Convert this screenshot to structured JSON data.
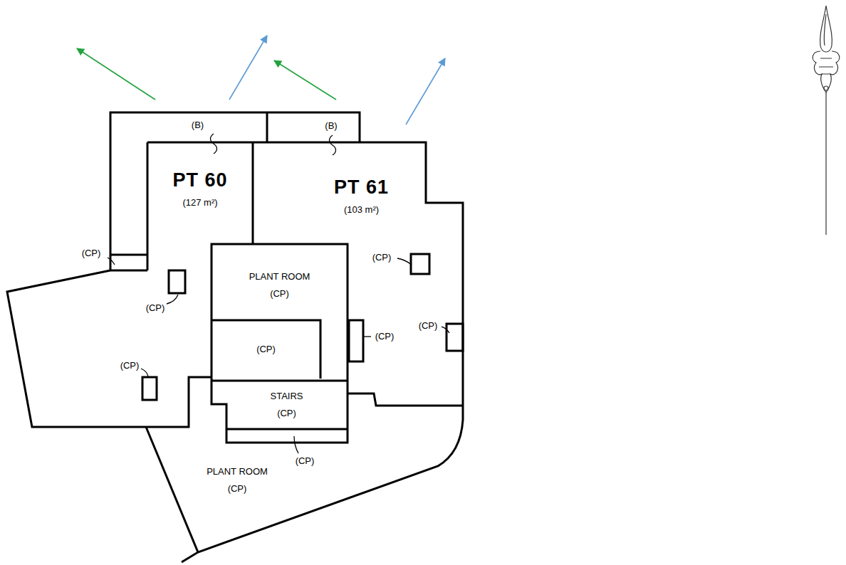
{
  "diagram": {
    "nodes": [
      {
        "text": [
          "PT 60",
          "(127 m²)"
        ]
      },
      {
        "text": [
          "(B)"
        ]
      },
      {
        "text": [
          "PT 61",
          "(103 m²)"
        ]
      },
      {
        "text": [
          "(B)"
        ]
      },
      {
        "text": [
          "PLANT ROOM",
          "(CP)"
        ]
      },
      {
        "text": [
          "(CP)"
        ],
        "in": 4
      },
      {
        "text": [
          "STAIRS",
          "(CP)"
        ]
      },
      {
        "text": [
          "PLANT ROOM",
          "(CP)"
        ]
      }
    ],
    "labels": [
      "(CP)",
      "(CP)",
      "(CP)",
      "(CP)",
      "(CP)",
      "(CP)",
      "(CP)"
    ]
  }
}
